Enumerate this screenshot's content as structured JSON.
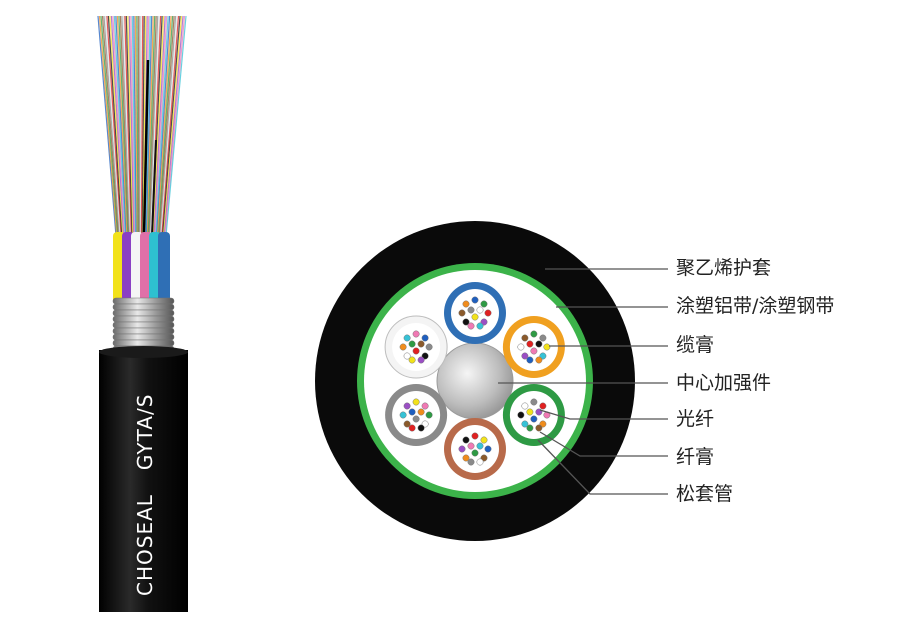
{
  "cable": {
    "brand_text": "CHOSEAL",
    "model_text": "GYTA/S"
  },
  "labels": [
    {
      "id": "pe-sheath",
      "text": "聚乙烯护套"
    },
    {
      "id": "coated-tape",
      "text": "涂塑铝带/涂塑钢带"
    },
    {
      "id": "cable-filling-compound",
      "text": "缆膏"
    },
    {
      "id": "central-strength-member",
      "text": "中心加强件"
    },
    {
      "id": "optical-fiber",
      "text": "光纤"
    },
    {
      "id": "fiber-filling-gel",
      "text": "纤膏"
    },
    {
      "id": "loose-tube",
      "text": "松套管"
    }
  ],
  "colors": {
    "sheath": "#0a0a0a",
    "armor_tape": "#3cb34a",
    "filling": "#ffffff",
    "strength_member": "#c8c8c8",
    "tube_blue": "#2f6fb5",
    "tube_orange": "#f0a020",
    "tube_green": "#2e9a44",
    "tube_brown": "#b86a4a",
    "tube_grey": "#8a8a8a",
    "tube_white": "#f4f4f4"
  },
  "fiber_colors": [
    "#1f5fbf",
    "#f08c1c",
    "#2e9a44",
    "#8b5a2b",
    "#8a8a8a",
    "#ffffff",
    "#e02020",
    "#111111",
    "#f2e21a",
    "#9b4fc4",
    "#f07ab4",
    "#36c2d6"
  ]
}
